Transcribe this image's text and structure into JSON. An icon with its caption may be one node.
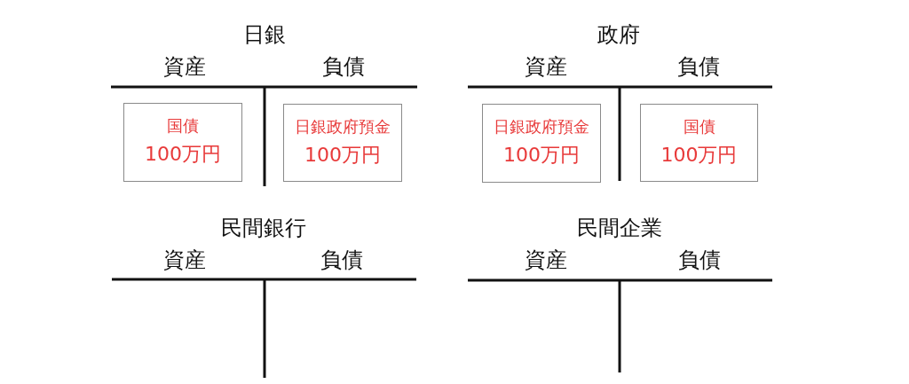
{
  "diagram": {
    "nodes": [
      {
        "text": [
          "国債",
          "100万円"
        ]
      },
      {
        "text": [
          "日銀政府預金",
          "100万円"
        ]
      },
      {
        "text": [
          "日銀政府預金",
          "100万円"
        ]
      },
      {
        "text": [
          "国債",
          "100万円"
        ]
      }
    ],
    "labels": [
      "日銀",
      "資産",
      "負債",
      "政府",
      "資産",
      "負債",
      "民間銀行",
      "資産",
      "負債",
      "民間企業",
      "資産",
      "負債"
    ]
  }
}
